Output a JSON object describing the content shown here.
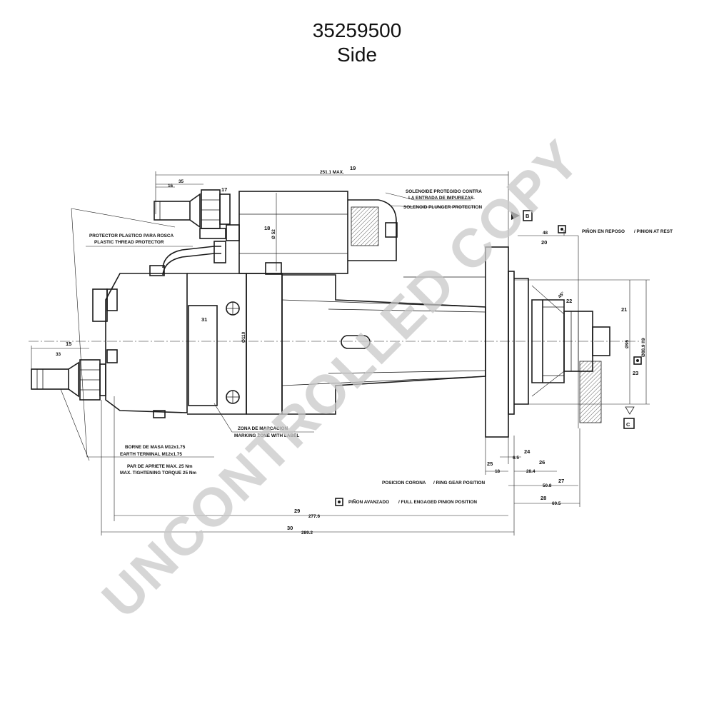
{
  "header": {
    "part_number": "35259500",
    "view": "Side"
  },
  "watermark": "UNCONTROLLED COPY",
  "labels": {
    "protector_es": "PROTECTOR PLASTICO PARA ROSCA",
    "protector_en": "PLASTIC THREAD PROTECTOR",
    "solenoid_es_1": "SOLENOIDE PROTEGIDO CONTRA",
    "solenoid_es_2": "LA ENTRADA DE IMPUREZAS.",
    "solenoid_en": "SOLENOID PLUNGER PROTECTION",
    "pinion_rest_es": "PIÑON EN REPOSO",
    "pinion_rest_en": "/ PINION AT REST",
    "marking_es": "ZONA DE MARCACION",
    "marking_en": "MARKING ZONE WITH LABEL",
    "earth_es": "BORNE DE MASA M12x1.75",
    "earth_en": "EARTH TERMINAL M12x1.75",
    "torque_es": "PAR DE APRIETE MAX. 25 Nm",
    "torque_en": "MAX. TIGHTENING TORQUE 25 Nm",
    "ring_es": "POSICION CORONA",
    "ring_en": "/ RING GEAR POSITION",
    "engaged_es": "PIÑON AVANZADO",
    "engaged_en": "/ FULL ENGAGED PINION POSITION"
  },
  "datums": {
    "b": "B",
    "c": "C"
  },
  "dimensions": {
    "d251": "251.1 MAX.",
    "d35": "35",
    "d16": "16",
    "d33": "33",
    "d15": "15",
    "d48": "48",
    "d52": "Ø 52",
    "d110": "Ø110",
    "d95": "Ø95",
    "d88": "Ø88.9 h9",
    "d6_5": "6.5",
    "d18": "18",
    "d28_4": "28.4",
    "d50_8": "50.8",
    "d69_5": "69.5",
    "d277": "277.6",
    "d289": "289.2",
    "d45deg": "45°"
  },
  "callouts": {
    "c15": "15",
    "c17": "17",
    "c18": "18",
    "c19": "19",
    "c20": "20",
    "c21": "21",
    "c22": "22",
    "c23": "23",
    "c24": "24",
    "c25": "25",
    "c26": "26",
    "c27": "27",
    "c28": "28",
    "c29": "29",
    "c30": "30",
    "c31": "31"
  }
}
